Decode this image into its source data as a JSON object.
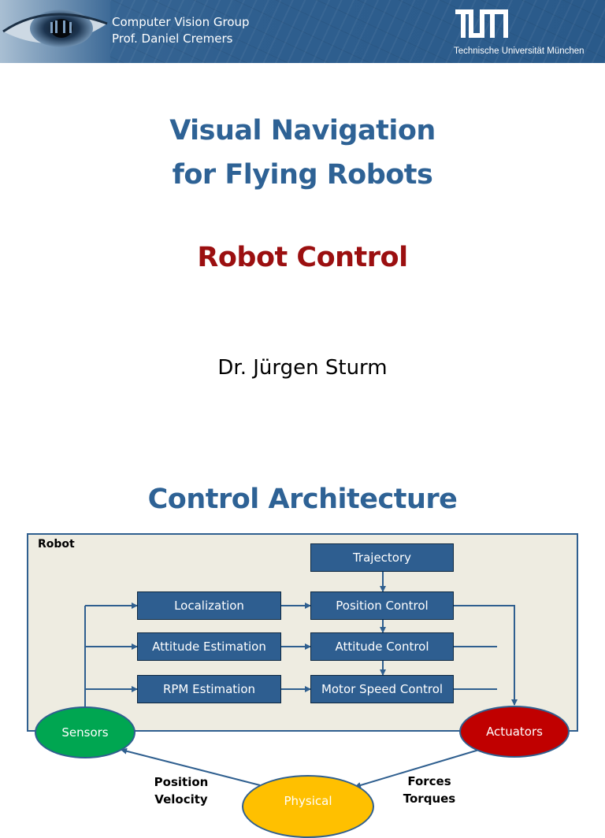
{
  "header": {
    "group_line1": "Computer Vision Group",
    "group_line2": "Prof. Daniel Cremers",
    "university": "Technische Universität München"
  },
  "title_slide": {
    "title_line1": "Visual Navigation",
    "title_line2": "for Flying Robots",
    "subtitle": "Robot Control",
    "author": "Dr. Jürgen Sturm"
  },
  "architecture_slide": {
    "title": "Control Architecture",
    "container_label": "Robot",
    "blocks": {
      "trajectory": "Trajectory",
      "localization": "Localization",
      "position_control": "Position Control",
      "attitude_estimation": "Attitude Estimation",
      "attitude_control": "Attitude Control",
      "rpm_estimation": "RPM Estimation",
      "motor_speed_control": "Motor Speed Control"
    },
    "nodes": {
      "sensors": "Sensors",
      "actuators": "Actuators",
      "physical": "Physical"
    },
    "edge_labels": {
      "left_line1": "Position",
      "left_line2": "Velocity",
      "right_line1": "Forces",
      "right_line2": "Torques"
    }
  },
  "colors": {
    "title_blue": "#2e6295",
    "subtitle_red": "#9b0f10",
    "block_blue": "#2e5e90",
    "robot_bg": "#eeece1",
    "sensors_green": "#00a651",
    "actuators_red": "#c00000",
    "physical_yellow": "#ffc000"
  }
}
